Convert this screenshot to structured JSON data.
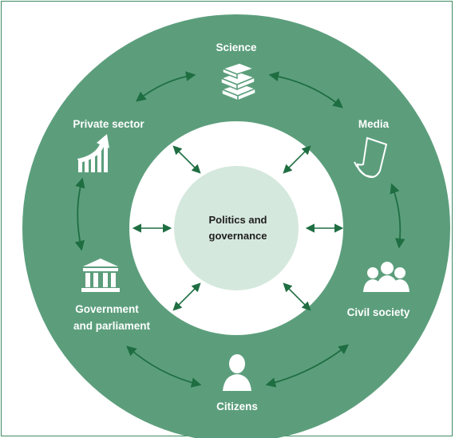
{
  "colors": {
    "outer_ring": "#5c9e7c",
    "inner_disc": "#ffffff",
    "center_circle": "#d5e8dd",
    "arrow": "#1f6e42",
    "icon_fill": "#ffffff",
    "label_text": "#ffffff",
    "center_text": "#1e1e1e"
  },
  "center": {
    "line1": "Politics and",
    "line2": "governance"
  },
  "nodes": {
    "science": {
      "label": "Science",
      "icon": "books-icon"
    },
    "media": {
      "label": "Media",
      "icon": "newspaper-icon"
    },
    "civil_society": {
      "label": "Civil society",
      "icon": "people-group-icon"
    },
    "citizens": {
      "label": "Citizens",
      "icon": "person-icon"
    },
    "government": {
      "line1": "Government",
      "line2": "and parliament",
      "icon": "parliament-building-icon"
    },
    "private_sector": {
      "label": "Private sector",
      "icon": "growth-chart-icon"
    }
  }
}
